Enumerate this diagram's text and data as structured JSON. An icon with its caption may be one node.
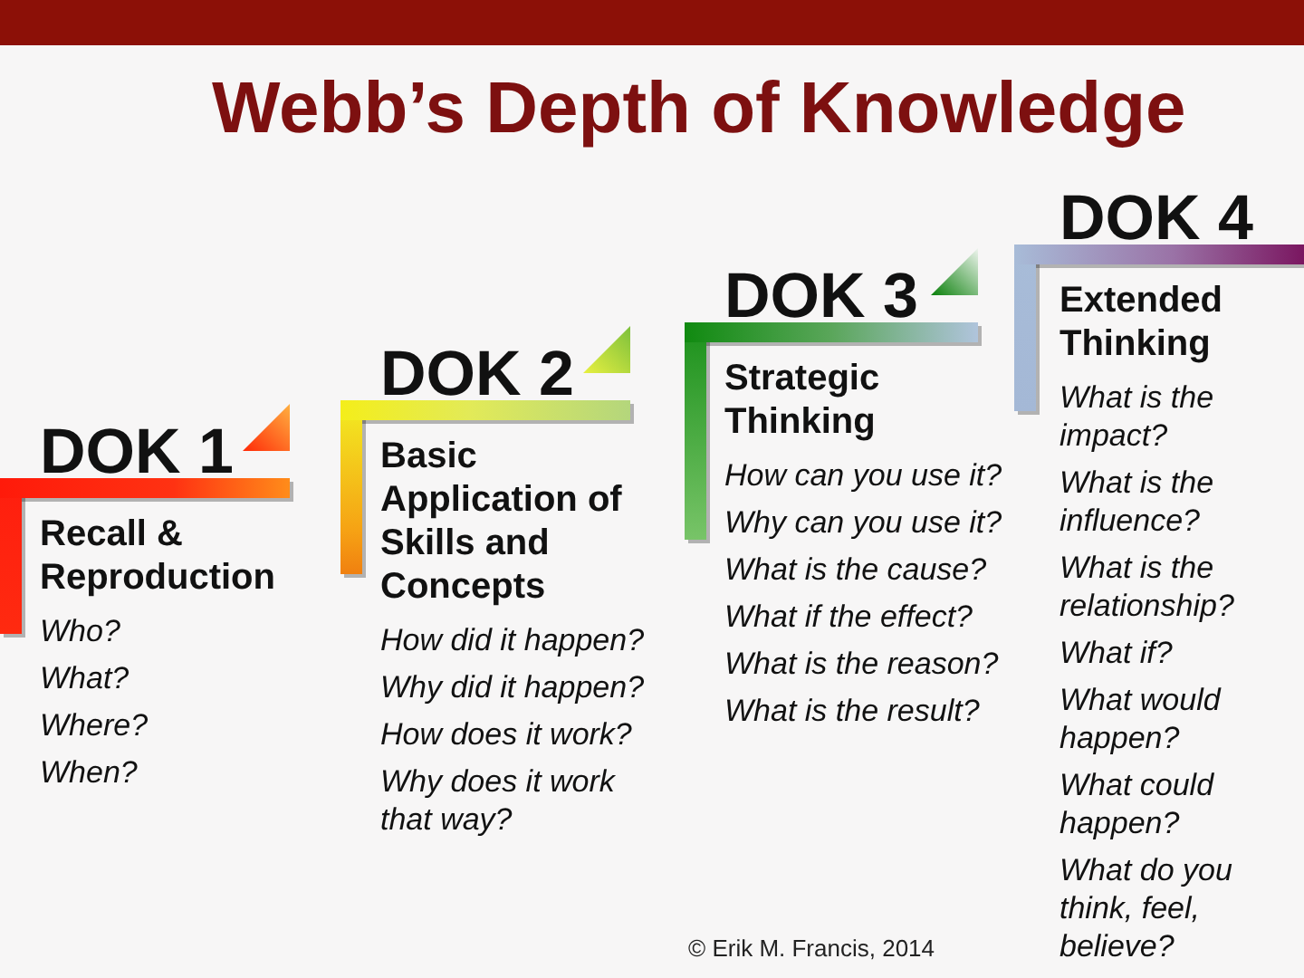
{
  "diagram": {
    "title": "Webb’s Depth of Knowledge",
    "nodes": [
      {
        "text": [
          "DOK 1",
          "Recall & Reproduction",
          "Who?",
          "What?",
          "Where?",
          "When?"
        ]
      },
      {
        "text": [
          "DOK 2",
          "Basic Application of Skills and Concepts",
          "How did it happen?",
          "Why did it happen?",
          "How does it work?",
          "Why does it work that way?"
        ]
      },
      {
        "text": [
          "DOK 3",
          "Strategic Thinking",
          "How can you use it?",
          "Why can you use it?",
          "What is the cause?",
          "What if the effect?",
          "What is the reason?",
          "What is the result?"
        ]
      },
      {
        "text": [
          "DOK 4",
          "Extended Thinking",
          "What is the impact?",
          "What is the influence?",
          "What is the relationship?",
          "What if?",
          "What would happen?",
          "What could happen?",
          "What do you think, feel, believe?"
        ]
      }
    ],
    "labels": [
      "© Erik M. Francis, 2014"
    ]
  }
}
